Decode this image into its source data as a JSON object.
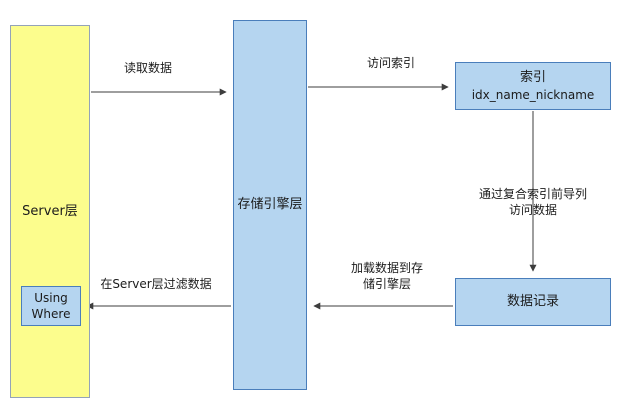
{
  "diagram": {
    "nodes": {
      "server_layer": {
        "label": "Server层"
      },
      "using_where": {
        "label": "Using\nWhere"
      },
      "storage_engine": {
        "label": "存储引擎层"
      },
      "index": {
        "title": "索引",
        "subtitle": "idx_name_nickname"
      },
      "data_records": {
        "label": "数据记录"
      }
    },
    "edges": {
      "read_data": {
        "label": "读取数据"
      },
      "access_index": {
        "label": "访问索引"
      },
      "composite_access": {
        "label": "通过复合索引前导列\n访问数据"
      },
      "load_data": {
        "label": "加载数据到存\n储引擎层"
      },
      "server_filter": {
        "label": "在Server层过滤数据"
      }
    },
    "colors": {
      "yellow_fill": "#FCFD8D",
      "yellow_border": "#94A3B8",
      "blue_fill": "#B5D5F0",
      "blue_border": "#4A7EBB",
      "arrow_color": "#3D3D3D",
      "text_color": "#1B1B1B"
    }
  }
}
